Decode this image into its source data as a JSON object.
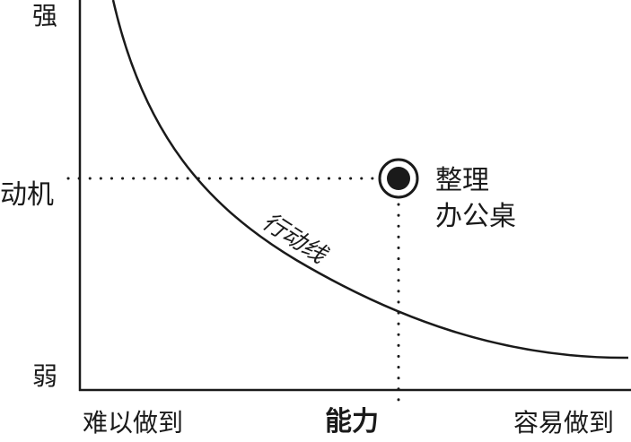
{
  "y_axis": {
    "top": "强",
    "label": "动机",
    "bottom": "弱"
  },
  "x_axis": {
    "left": "难以做到",
    "label": "能力",
    "right": "容易做到"
  },
  "curve": {
    "label": "行动线"
  },
  "point": {
    "line1": "整理",
    "line2": "办公桌"
  },
  "colors": {
    "ink": "#1a1a1a",
    "background": "#ffffff"
  }
}
